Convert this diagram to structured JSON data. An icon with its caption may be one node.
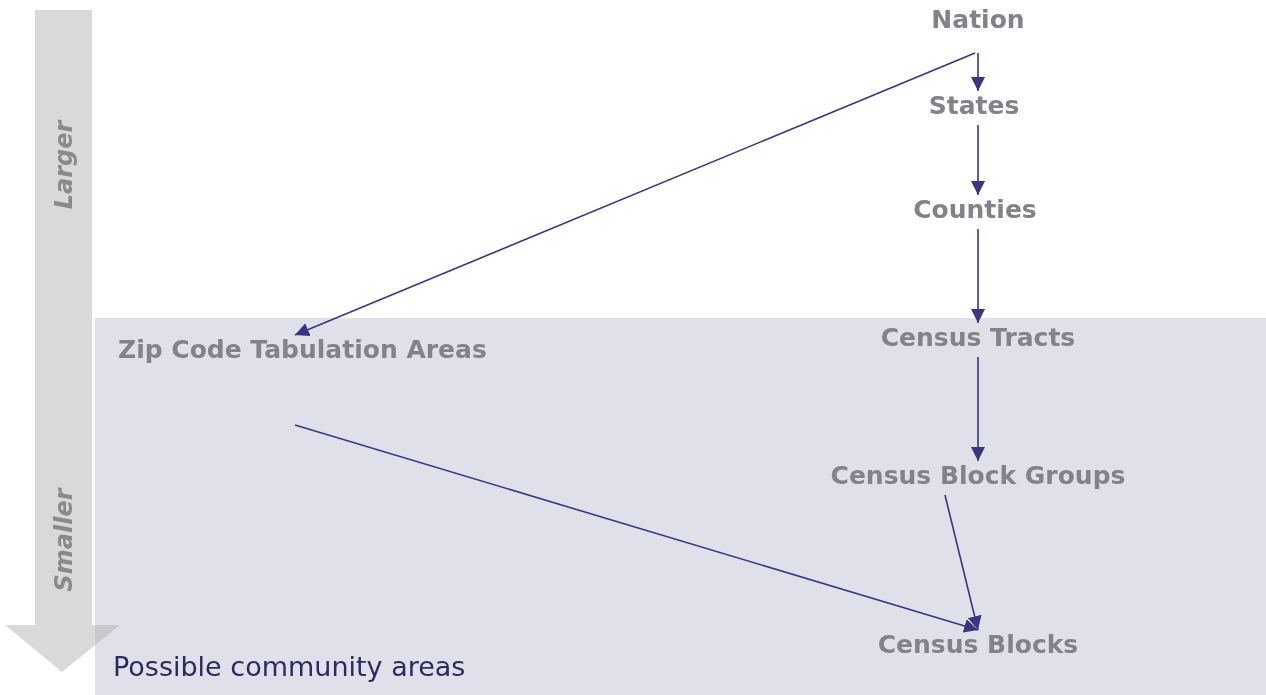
{
  "diagram": {
    "nodes": [
      {
        "text": [
          "Nation"
        ]
      },
      {
        "text": [
          "States"
        ]
      },
      {
        "text": [
          "Counties"
        ]
      },
      {
        "text": [
          "Possible community areas"
        ]
      },
      {
        "text": [
          "Zip Code Tabulation Areas"
        ],
        "in": 3
      },
      {
        "text": [
          "Census Tracts"
        ],
        "in": 3
      },
      {
        "text": [
          "Census Block Groups"
        ],
        "in": 3
      },
      {
        "text": [
          "Census Blocks"
        ],
        "in": 3
      }
    ],
    "edges": [
      {
        "from": 0,
        "to": 1,
        "arrow": "to"
      },
      {
        "from": 0,
        "to": 4,
        "arrow": "to"
      },
      {
        "from": 1,
        "to": 2,
        "arrow": "to"
      },
      {
        "from": 2,
        "to": 5,
        "arrow": "to"
      },
      {
        "from": 5,
        "to": 6,
        "arrow": "to"
      },
      {
        "from": 6,
        "to": 7,
        "arrow": "to"
      },
      {
        "from": 4,
        "to": 7,
        "arrow": "to"
      }
    ],
    "labels": [
      "Larger",
      "Smaller"
    ]
  }
}
